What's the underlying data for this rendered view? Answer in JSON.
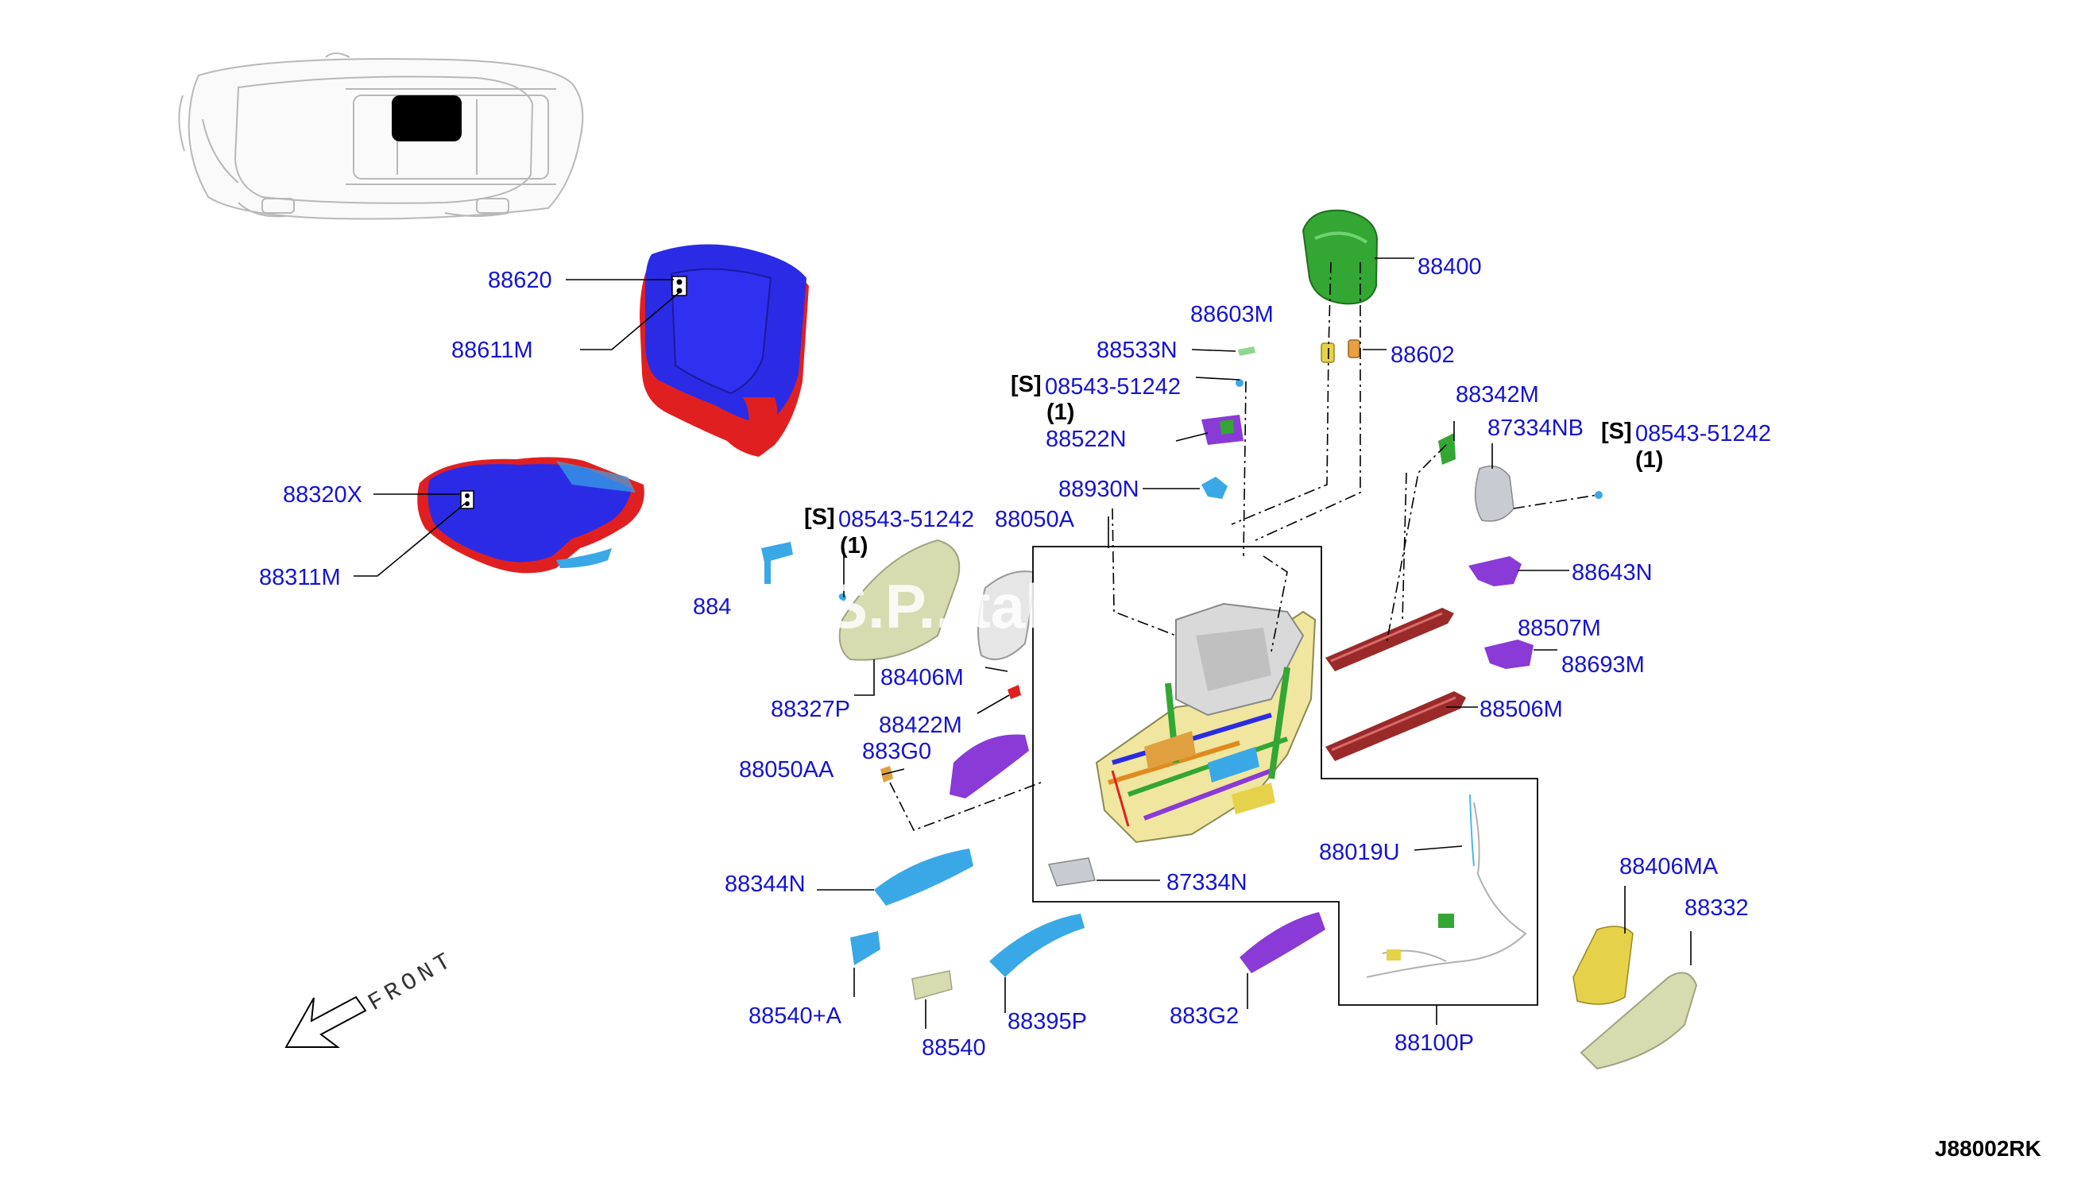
{
  "diagram_code": "J88002RK",
  "front_label": "FRONT",
  "watermark": "S.P...tal",
  "labels": {
    "l88620": "88620",
    "l88611M": "88611M",
    "l88320X": "88320X",
    "l88311M": "88311M",
    "l88400": "88400",
    "l88603M": "88603M",
    "l88533N": "88533N",
    "l88602": "88602",
    "s_top_s": "[S]",
    "s_top": "08543-51242",
    "s_top_q": "(1)",
    "l88522N": "88522N",
    "l88342M": "88342M",
    "l87334NB": "87334NB",
    "s_right_s": "[S]",
    "s_right": "08543-51242",
    "s_right_q": "(1)",
    "l88930N": "88930N",
    "s_left_s": "[S]",
    "s_left": "08543-51242",
    "s_left_q": "(1)",
    "l88050A": "88050A",
    "l884": "884",
    "l88643N": "88643N",
    "l88507M": "88507M",
    "l88693M": "88693M",
    "l88406M": "88406M",
    "l88327P": "88327P",
    "l88422M": "88422M",
    "l883G0": "883G0",
    "l88050AA": "88050AA",
    "l88506M": "88506M",
    "l88019U": "88019U",
    "l87334N": "87334N",
    "l88344N": "88344N",
    "l88406MA": "88406MA",
    "l88332": "88332",
    "l88540A": "88540+A",
    "l88540": "88540",
    "l88395P": "88395P",
    "l883G2": "883G2",
    "l88100P": "88100P"
  },
  "colors": {
    "label_blue": "#1414d2",
    "seat_blue": "#2b2be6",
    "seat_red": "#e02020",
    "headrest_green": "#33a633",
    "trim_purple": "#8a3ad6",
    "trim_cyan": "#3aa8e6",
    "rail_maroon": "#9a2a2a",
    "beige": "#d7dcb0"
  }
}
